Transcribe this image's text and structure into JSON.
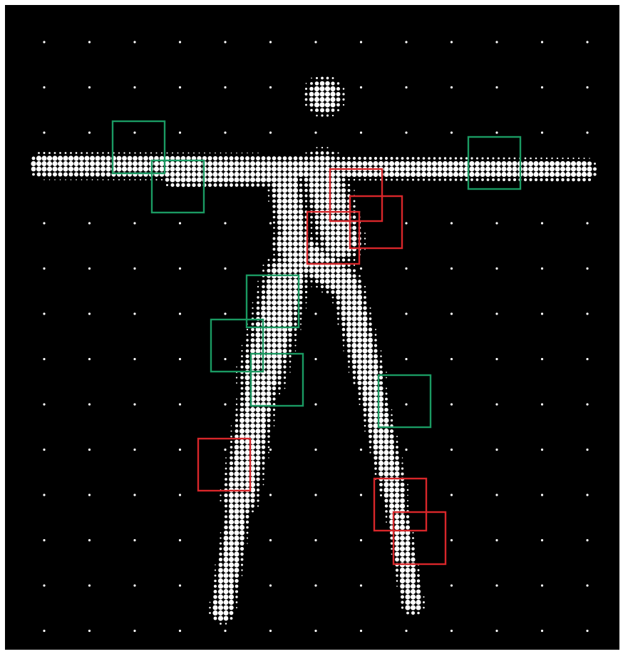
{
  "colors": {
    "frame_border": "#ffffff",
    "background": "#000000",
    "dots": "#ffffff",
    "box_green": "#1a9a62",
    "box_red": "#d8262a"
  },
  "figure": {
    "subject": "halftone-dot-human-figure"
  },
  "boxes": [
    {
      "color": "green",
      "region": "left-hand"
    },
    {
      "color": "green",
      "region": "left-forearm"
    },
    {
      "color": "green",
      "region": "right-hand"
    },
    {
      "color": "red",
      "region": "upper-chest"
    },
    {
      "color": "red",
      "region": "right-chest"
    },
    {
      "color": "red",
      "region": "torso-center"
    },
    {
      "color": "green",
      "region": "left-thigh-upper"
    },
    {
      "color": "green",
      "region": "left-thigh-outer"
    },
    {
      "color": "green",
      "region": "left-thigh-lower"
    },
    {
      "color": "green",
      "region": "right-knee"
    },
    {
      "color": "red",
      "region": "left-shin"
    },
    {
      "color": "red",
      "region": "right-shin"
    },
    {
      "color": "red",
      "region": "right-ankle"
    }
  ]
}
